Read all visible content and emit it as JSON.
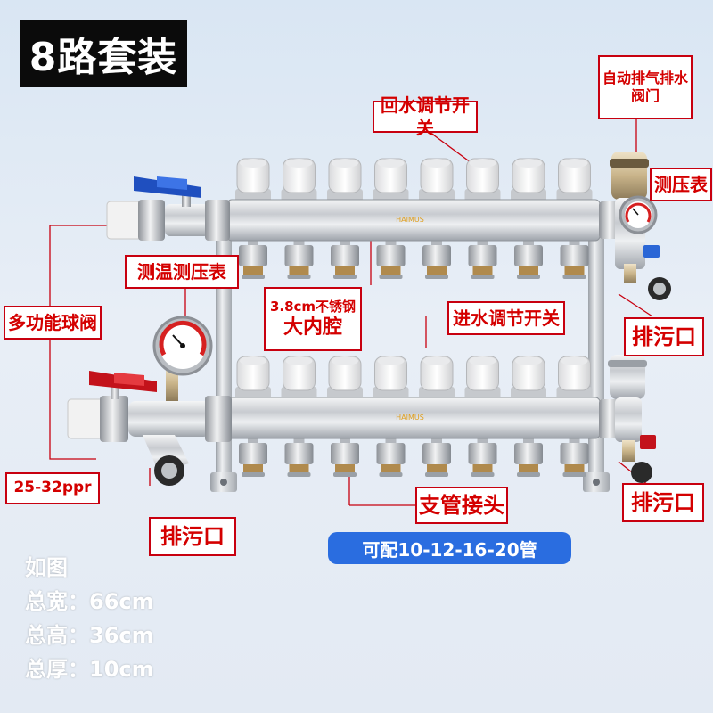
{
  "title": "8路套装",
  "labels": {
    "auto_vent_line1": "自动排气排水",
    "auto_vent_line2": "阀门",
    "return_valve": "回水调节开关",
    "pressure_gauge": "测压表",
    "temp_pressure_gauge": "测温测压表",
    "multi_ball_valve": "多功能球阀",
    "material_line1": "3.8cm不锈钢",
    "material_line2": "大内腔",
    "supply_valve": "进水调节开关",
    "drain_right_top": "排污口",
    "drain_right_bottom": "排污口",
    "drain_left": "排污口",
    "pipe_size": "25-32ppr",
    "branch_fitting": "支管接头",
    "pipe_compat": "可配10-12-16-20管"
  },
  "specs": {
    "heading": "如图",
    "width": "总宽：66cm",
    "height": "总高：36cm",
    "thickness": "总厚：10cm"
  },
  "product": {
    "brand_mark": "HAIMUS",
    "outlets_per_bar": 8
  },
  "colors": {
    "callout_border": "#c8000f",
    "callout_text": "#d40000",
    "pill": "#2a6de0",
    "title_bg": "#0b0b0b"
  }
}
